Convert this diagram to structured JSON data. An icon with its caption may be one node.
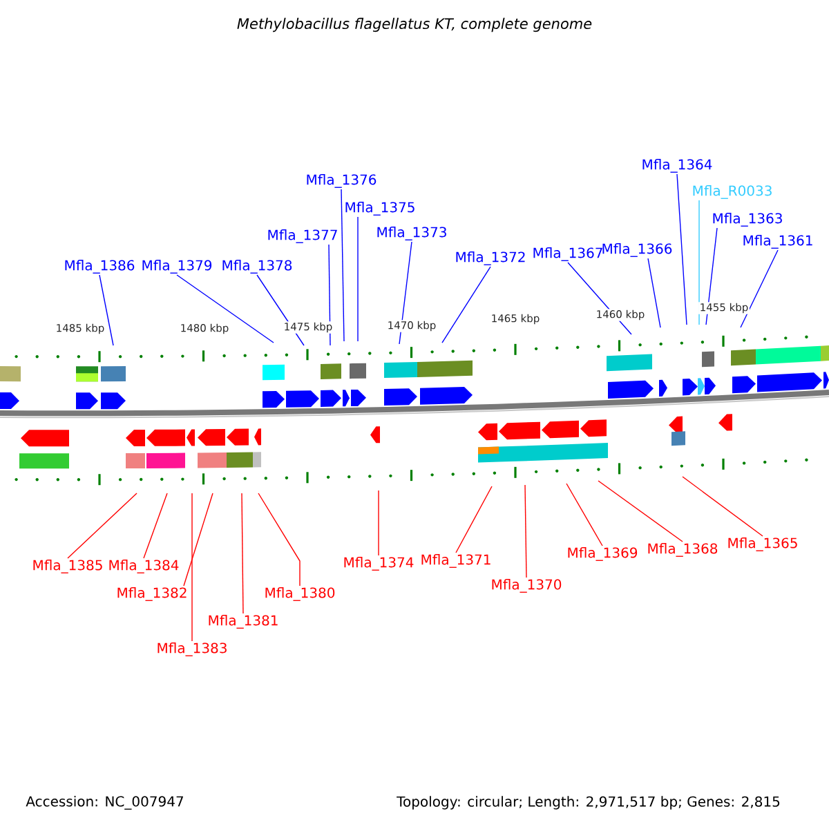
{
  "diagram": {
    "title": "*Methylobacillus flagellatus* *KT, complete genome*",
    "nodes": [
      {
        "text": [
          "Mfla_1386"
        ]
      },
      {
        "text": [
          "Mfla_1379"
        ]
      },
      {
        "text": [
          "Mfla_1378"
        ]
      },
      {
        "text": [
          "Mfla_1377"
        ]
      },
      {
        "text": [
          "Mfla_1376"
        ]
      },
      {
        "text": [
          "Mfla_1375"
        ]
      },
      {
        "text": [
          "Mfla_1373"
        ]
      },
      {
        "text": [
          "Mfla_1372"
        ]
      },
      {
        "text": [
          "Mfla_1367"
        ]
      },
      {
        "text": [
          "Mfla_1366"
        ]
      },
      {
        "text": [
          "Mfla_1364"
        ]
      },
      {
        "text": [
          "Mfla_R0033"
        ]
      },
      {
        "text": [
          "Mfla_1363"
        ]
      },
      {
        "text": [
          "Mfla_1361"
        ]
      },
      {
        "text": [
          "Mfla_1385"
        ]
      },
      {
        "text": [
          "Mfla_1384"
        ]
      },
      {
        "text": [
          "Mfla_1383"
        ]
      },
      {
        "text": [
          "Mfla_1382"
        ]
      },
      {
        "text": [
          "Mfla_1381"
        ]
      },
      {
        "text": [
          "Mfla_1380"
        ]
      },
      {
        "text": [
          "Mfla_1374"
        ]
      },
      {
        "text": [
          "Mfla_1371"
        ]
      },
      {
        "text": [
          "Mfla_1370"
        ]
      },
      {
        "text": [
          "Mfla_1369"
        ]
      },
      {
        "text": [
          "Mfla_1368"
        ]
      },
      {
        "text": [
          "Mfla_1365"
        ]
      }
    ],
    "edges": [
      {
        "from": 0,
        "to": null,
        "arrow": "none"
      },
      {
        "from": 1,
        "to": null,
        "arrow": "none"
      },
      {
        "from": 2,
        "to": null,
        "arrow": "none"
      },
      {
        "from": 3,
        "to": null,
        "arrow": "none"
      },
      {
        "from": 4,
        "to": null,
        "arrow": "none"
      },
      {
        "from": 5,
        "to": null,
        "arrow": "none"
      },
      {
        "from": 6,
        "to": null,
        "arrow": "none"
      },
      {
        "from": 7,
        "to": null,
        "arrow": "none"
      },
      {
        "from": 8,
        "to": null,
        "arrow": "none"
      },
      {
        "from": 9,
        "to": null,
        "arrow": "none"
      },
      {
        "from": 10,
        "to": null,
        "arrow": "none"
      },
      {
        "from": 11,
        "to": null,
        "arrow": "none",
        "color": "#33ccff"
      },
      {
        "from": 12,
        "to": null,
        "arrow": "none"
      },
      {
        "from": 13,
        "to": null,
        "arrow": "none"
      },
      {
        "from": 14,
        "to": null,
        "arrow": "none",
        "color": "#ff0000"
      },
      {
        "from": 15,
        "to": null,
        "arrow": "none",
        "color": "#ff0000"
      },
      {
        "from": 16,
        "to": null,
        "arrow": "none",
        "color": "#ff0000"
      },
      {
        "from": 17,
        "to": null,
        "arrow": "none",
        "color": "#ff0000"
      },
      {
        "from": 18,
        "to": null,
        "arrow": "none",
        "color": "#ff0000"
      },
      {
        "from": 19,
        "to": null,
        "arrow": "none",
        "color": "#ff0000"
      },
      {
        "from": 20,
        "to": null,
        "arrow": "none",
        "color": "#ff0000"
      },
      {
        "from": 21,
        "to": null,
        "arrow": "none",
        "color": "#ff0000"
      },
      {
        "from": 22,
        "to": null,
        "arrow": "none",
        "color": "#ff0000"
      },
      {
        "from": 23,
        "to": null,
        "arrow": "none",
        "color": "#ff0000"
      },
      {
        "from": 24,
        "to": null,
        "arrow": "none",
        "color": "#ff0000"
      },
      {
        "from": 25,
        "to": null,
        "arrow": "none",
        "color": "#ff0000"
      }
    ],
    "labels": [
      "1485 kbp",
      "1480 kbp",
      "1475 kbp",
      "1470 kbp",
      "1465 kbp",
      "1460 kbp",
      "1455 kbp",
      "Accession: NC_007947",
      "Topology: circular; Length: 2,971,517 bp; Genes: 2,815"
    ]
  }
}
